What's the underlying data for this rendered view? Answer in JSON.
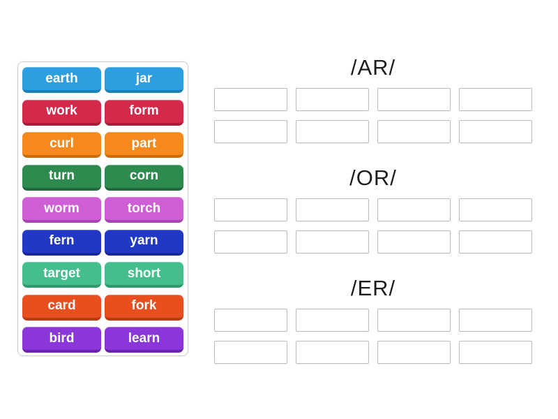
{
  "colors": {
    "page_bg": "#ffffff",
    "panel_border": "#c9ced3",
    "slot_border": "#b9bdc2",
    "header_text": "#1d1d1f",
    "tile_text": "#ffffff"
  },
  "word_bank": {
    "tiles": [
      {
        "label": "earth",
        "bg": "#2d9fe0",
        "edge": "#1b7fba"
      },
      {
        "label": "jar",
        "bg": "#2d9fe0",
        "edge": "#1b7fba"
      },
      {
        "label": "work",
        "bg": "#d3294a",
        "edge": "#a81d39"
      },
      {
        "label": "form",
        "bg": "#d3294a",
        "edge": "#a81d39"
      },
      {
        "label": "curl",
        "bg": "#f6891e",
        "edge": "#c96c0d"
      },
      {
        "label": "part",
        "bg": "#f6891e",
        "edge": "#c96c0d"
      },
      {
        "label": "turn",
        "bg": "#2e8b4f",
        "edge": "#21693c"
      },
      {
        "label": "corn",
        "bg": "#2e8b4f",
        "edge": "#21693c"
      },
      {
        "label": "worm",
        "bg": "#ce5ed4",
        "edge": "#a745ae"
      },
      {
        "label": "torch",
        "bg": "#ce5ed4",
        "edge": "#a745ae"
      },
      {
        "label": "fern",
        "bg": "#2038c4",
        "edge": "#15279b"
      },
      {
        "label": "yarn",
        "bg": "#2038c4",
        "edge": "#15279b"
      },
      {
        "label": "target",
        "bg": "#43be8c",
        "edge": "#2f9a6e"
      },
      {
        "label": "short",
        "bg": "#43be8c",
        "edge": "#2f9a6e"
      },
      {
        "label": "card",
        "bg": "#e84e1e",
        "edge": "#bb3a10"
      },
      {
        "label": "fork",
        "bg": "#e84e1e",
        "edge": "#bb3a10"
      },
      {
        "label": "bird",
        "bg": "#8a36d8",
        "edge": "#6b23ad"
      },
      {
        "label": "learn",
        "bg": "#8a36d8",
        "edge": "#6b23ad"
      }
    ]
  },
  "groups": [
    {
      "label": "/AR/",
      "slot_count": 8
    },
    {
      "label": "/OR/",
      "slot_count": 8
    },
    {
      "label": "/ER/",
      "slot_count": 8
    }
  ]
}
